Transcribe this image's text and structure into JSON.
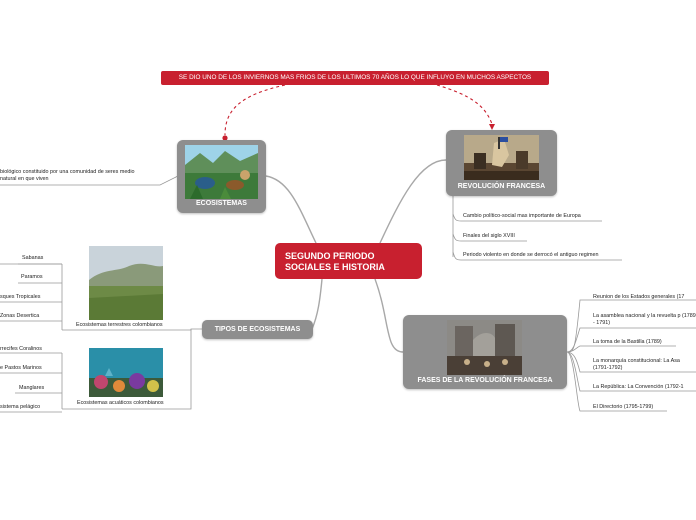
{
  "central": {
    "title": "SEGUNDO PERIODO SOCIALES E HISTORIA"
  },
  "banner": {
    "text": "SE DIO UNO DE LOS INVIERNOS MAS FRIOS DE LOS ULTIMOS 70 AÑOS LO QUE INFLUYO EN MUCHOS ASPECTOS"
  },
  "ecosistemas": {
    "label": "ECOSISTEMAS",
    "definition": "biológico constituido por una comunidad  de seres medio natural en que viven"
  },
  "revolucion": {
    "label": "REVOLUCIÓN FRANCESA",
    "items": [
      "Cambio político-social mas importante de Europa",
      "Finales del siglo XVIII",
      "Periodo violento en donde se derrocó el antiguo regimen"
    ]
  },
  "fases": {
    "label": "FASES DE LA REVOLUCIÓN FRANCESA",
    "items": [
      "Reunion de los Estados generales (17",
      "La asamblea nacional y la revuelta p (1789 - 1791)",
      "La toma de la Bastilla (1789)",
      "La monarquía constitucional: La Asa (1791-1792)",
      "La República: La Convención (1792-1",
      "El Directorio (1795-1799)"
    ]
  },
  "tipos": {
    "label": "TIPOS DE ECOSISTEMAS",
    "terrestres": {
      "caption": "Ecosistemas terrestres colombianos",
      "items": [
        "Sabanas",
        "Paramos",
        "sques Tropicales",
        "Zonas Desertica"
      ]
    },
    "acuaticos": {
      "caption": "Ecosistemas acuáticos colombianos",
      "items": [
        "rrecifes Coralinos",
        "e Pastos Marinos",
        "Manglares",
        "sistema pelágico"
      ]
    }
  }
}
